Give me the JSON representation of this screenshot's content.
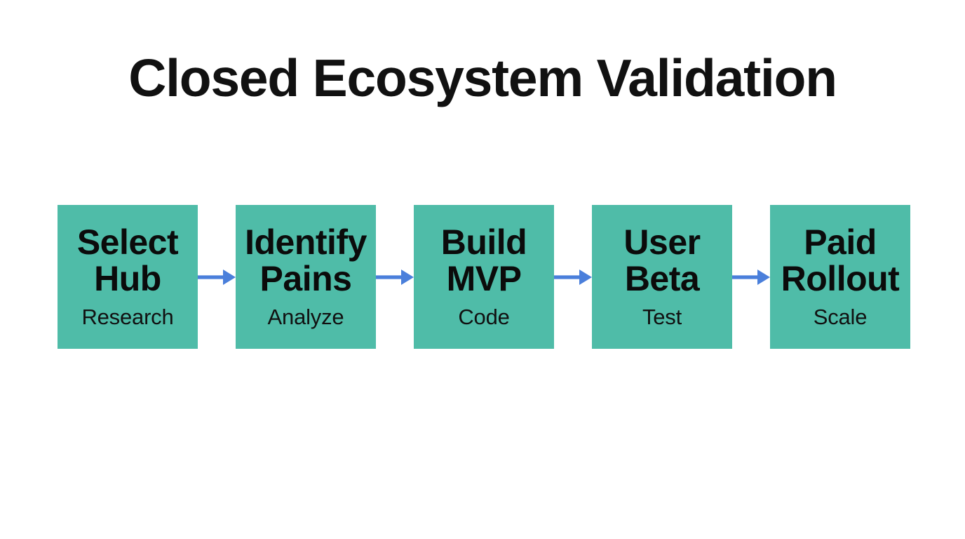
{
  "slide": {
    "title": "Closed Ecosystem Validation",
    "background_color": "#ffffff",
    "box_color": "#4FBCA8",
    "arrow_color": "#4a7fdb",
    "text_color": "#111111"
  },
  "flow": {
    "type": "linear-process-flow",
    "steps": [
      {
        "title": "Select Hub",
        "subtitle": "Research"
      },
      {
        "title": "Identify Pains",
        "subtitle": "Analyze"
      },
      {
        "title": "Build MVP",
        "subtitle": "Code"
      },
      {
        "title": "User Beta",
        "subtitle": "Test"
      },
      {
        "title": "Paid Rollout",
        "subtitle": "Scale"
      }
    ],
    "connectors": [
      {
        "icon": "arrow-right-icon"
      },
      {
        "icon": "arrow-right-icon"
      },
      {
        "icon": "arrow-right-icon"
      },
      {
        "icon": "arrow-right-icon"
      }
    ]
  }
}
